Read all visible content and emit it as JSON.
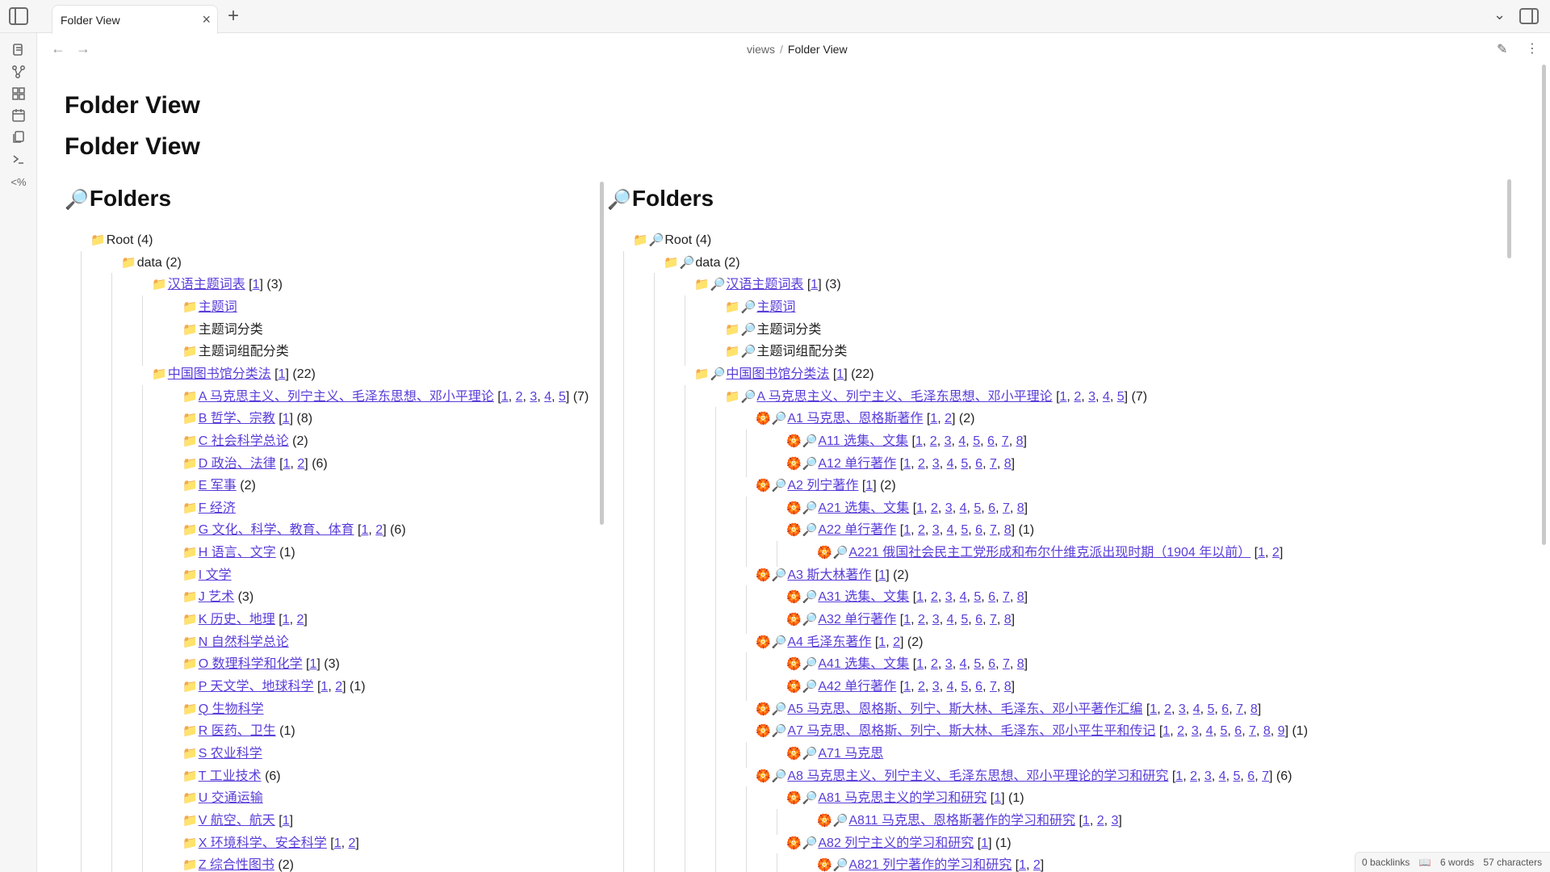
{
  "tabbar": {
    "active_tab": "Folder View",
    "close": "×",
    "new_tab": "+",
    "chevron": "⌄"
  },
  "ribbon": {
    "icons": [
      "files-icon",
      "graph-icon",
      "blocks-icon",
      "calendar-icon",
      "copy-icon",
      "terminal-icon",
      "template-icon"
    ]
  },
  "nav": {
    "back": "←",
    "forward": "→",
    "breadcrumb": {
      "folder": "views",
      "separator": "/",
      "current": "Folder View"
    },
    "edit": "✎",
    "more": "⋮"
  },
  "page": {
    "title_1": "Folder View",
    "title_2": "Folder View"
  },
  "left_pane": {
    "heading": "Folders",
    "rows": [
      {
        "depth": 0,
        "label": "Root",
        "link": false,
        "refs": [],
        "count": "(4)"
      },
      {
        "depth": 1,
        "label": "data",
        "link": false,
        "refs": [],
        "count": "(2)"
      },
      {
        "depth": 2,
        "label": "汉语主题词表",
        "link": true,
        "refs": [
          "1"
        ],
        "count": "(3)"
      },
      {
        "depth": 3,
        "label": "主题词",
        "link": true,
        "refs": [],
        "count": ""
      },
      {
        "depth": 3,
        "label": "主题词分类",
        "link": false,
        "refs": [],
        "count": ""
      },
      {
        "depth": 3,
        "label": "主题词组配分类",
        "link": false,
        "refs": [],
        "count": ""
      },
      {
        "depth": 2,
        "label": "中国图书馆分类法",
        "link": true,
        "refs": [
          "1"
        ],
        "count": "(22)"
      },
      {
        "depth": 3,
        "label": "A 马克思主义、列宁主义、毛泽东思想、邓小平理论",
        "link": true,
        "refs": [
          "1",
          "2",
          "3",
          "4",
          "5"
        ],
        "count": "(7)"
      },
      {
        "depth": 3,
        "label": "B 哲学、宗教",
        "link": true,
        "refs": [
          "1"
        ],
        "count": "(8)"
      },
      {
        "depth": 3,
        "label": "C 社会科学总论",
        "link": true,
        "refs": [],
        "count": "(2)"
      },
      {
        "depth": 3,
        "label": "D 政治、法律",
        "link": true,
        "refs": [
          "1",
          "2"
        ],
        "count": "(6)"
      },
      {
        "depth": 3,
        "label": "E 军事",
        "link": true,
        "refs": [],
        "count": "(2)"
      },
      {
        "depth": 3,
        "label": "F 经济",
        "link": true,
        "refs": [],
        "count": ""
      },
      {
        "depth": 3,
        "label": "G 文化、科学、教育、体育",
        "link": true,
        "refs": [
          "1",
          "2"
        ],
        "count": "(6)"
      },
      {
        "depth": 3,
        "label": "H 语言、文字",
        "link": true,
        "refs": [],
        "count": "(1)"
      },
      {
        "depth": 3,
        "label": "I 文学",
        "link": true,
        "refs": [],
        "count": ""
      },
      {
        "depth": 3,
        "label": "J 艺术",
        "link": true,
        "refs": [],
        "count": "(3)"
      },
      {
        "depth": 3,
        "label": "K 历史、地理",
        "link": true,
        "refs": [
          "1",
          "2"
        ],
        "count": ""
      },
      {
        "depth": 3,
        "label": "N 自然科学总论",
        "link": true,
        "refs": [],
        "count": ""
      },
      {
        "depth": 3,
        "label": "O 数理科学和化学",
        "link": true,
        "refs": [
          "1"
        ],
        "count": "(3)"
      },
      {
        "depth": 3,
        "label": "P 天文学、地球科学",
        "link": true,
        "refs": [
          "1",
          "2"
        ],
        "count": "(1)"
      },
      {
        "depth": 3,
        "label": "Q 生物科学",
        "link": true,
        "refs": [],
        "count": ""
      },
      {
        "depth": 3,
        "label": "R 医药、卫生",
        "link": true,
        "refs": [],
        "count": "(1)"
      },
      {
        "depth": 3,
        "label": "S 农业科学",
        "link": true,
        "refs": [],
        "count": ""
      },
      {
        "depth": 3,
        "label": "T 工业技术",
        "link": true,
        "refs": [],
        "count": "(6)"
      },
      {
        "depth": 3,
        "label": "U 交通运输",
        "link": true,
        "refs": [],
        "count": ""
      },
      {
        "depth": 3,
        "label": "V 航空、航天",
        "link": true,
        "refs": [
          "1"
        ],
        "count": ""
      },
      {
        "depth": 3,
        "label": "X 环境科学、安全科学",
        "link": true,
        "refs": [
          "1",
          "2"
        ],
        "count": ""
      },
      {
        "depth": 3,
        "label": "Z 综合性图书",
        "link": true,
        "refs": [],
        "count": "(2)"
      }
    ]
  },
  "right_pane": {
    "heading": "Folders",
    "rows": [
      {
        "depth": 0,
        "kind": "folder",
        "label": "Root",
        "link": false,
        "refs": [],
        "count": "(4)"
      },
      {
        "depth": 1,
        "kind": "folder",
        "label": "data",
        "link": false,
        "refs": [],
        "count": "(2)"
      },
      {
        "depth": 2,
        "kind": "folder",
        "label": "汉语主题词表",
        "link": true,
        "refs": [
          "1"
        ],
        "count": "(3)"
      },
      {
        "depth": 3,
        "kind": "folder",
        "label": "主题词",
        "link": true,
        "refs": [],
        "count": ""
      },
      {
        "depth": 3,
        "kind": "folder",
        "label": "主题词分类",
        "link": false,
        "refs": [],
        "count": ""
      },
      {
        "depth": 3,
        "kind": "folder",
        "label": "主题词组配分类",
        "link": false,
        "refs": [],
        "count": ""
      },
      {
        "depth": 2,
        "kind": "folder",
        "label": "中国图书馆分类法",
        "link": true,
        "refs": [
          "1"
        ],
        "count": "(22)"
      },
      {
        "depth": 3,
        "kind": "folder",
        "label": "A 马克思主义、列宁主义、毛泽东思想、邓小平理论",
        "link": true,
        "refs": [
          "1",
          "2",
          "3",
          "4",
          "5"
        ],
        "count": "(7)"
      },
      {
        "depth": 4,
        "kind": "flower",
        "label": "A1 马克思、恩格斯著作",
        "link": true,
        "refs": [
          "1",
          "2"
        ],
        "count": "(2)"
      },
      {
        "depth": 5,
        "kind": "flower",
        "label": "A11 选集、文集",
        "link": true,
        "refs": [
          "1",
          "2",
          "3",
          "4",
          "5",
          "6",
          "7",
          "8"
        ],
        "count": ""
      },
      {
        "depth": 5,
        "kind": "flower",
        "label": "A12 单行著作",
        "link": true,
        "refs": [
          "1",
          "2",
          "3",
          "4",
          "5",
          "6",
          "7",
          "8"
        ],
        "count": ""
      },
      {
        "depth": 4,
        "kind": "flower",
        "label": "A2 列宁著作",
        "link": true,
        "refs": [
          "1"
        ],
        "count": "(2)"
      },
      {
        "depth": 5,
        "kind": "flower",
        "label": "A21 选集、文集",
        "link": true,
        "refs": [
          "1",
          "2",
          "3",
          "4",
          "5",
          "6",
          "7",
          "8"
        ],
        "count": ""
      },
      {
        "depth": 5,
        "kind": "flower",
        "label": "A22 单行著作",
        "link": true,
        "refs": [
          "1",
          "2",
          "3",
          "4",
          "5",
          "6",
          "7",
          "8"
        ],
        "count": "(1)"
      },
      {
        "depth": 6,
        "kind": "flower",
        "label": "A221 俄国社会民主工党形成和布尔什维克派出现时期（1904 年以前）",
        "link": true,
        "refs": [
          "1",
          "2"
        ],
        "count": ""
      },
      {
        "depth": 4,
        "kind": "flower",
        "label": "A3 斯大林著作",
        "link": true,
        "refs": [
          "1"
        ],
        "count": "(2)"
      },
      {
        "depth": 5,
        "kind": "flower",
        "label": "A31 选集、文集",
        "link": true,
        "refs": [
          "1",
          "2",
          "3",
          "4",
          "5",
          "6",
          "7",
          "8"
        ],
        "count": ""
      },
      {
        "depth": 5,
        "kind": "flower",
        "label": "A32 单行著作",
        "link": true,
        "refs": [
          "1",
          "2",
          "3",
          "4",
          "5",
          "6",
          "7",
          "8"
        ],
        "count": ""
      },
      {
        "depth": 4,
        "kind": "flower",
        "label": "A4 毛泽东著作",
        "link": true,
        "refs": [
          "1",
          "2"
        ],
        "count": "(2)"
      },
      {
        "depth": 5,
        "kind": "flower",
        "label": "A41 选集、文集",
        "link": true,
        "refs": [
          "1",
          "2",
          "3",
          "4",
          "5",
          "6",
          "7",
          "8"
        ],
        "count": ""
      },
      {
        "depth": 5,
        "kind": "flower",
        "label": "A42 单行著作",
        "link": true,
        "refs": [
          "1",
          "2",
          "3",
          "4",
          "5",
          "6",
          "7",
          "8"
        ],
        "count": ""
      },
      {
        "depth": 4,
        "kind": "flower",
        "label": "A5 马克思、恩格斯、列宁、斯大林、毛泽东、邓小平著作汇编",
        "link": true,
        "refs": [
          "1",
          "2",
          "3",
          "4",
          "5",
          "6",
          "7",
          "8"
        ],
        "count": ""
      },
      {
        "depth": 4,
        "kind": "flower",
        "label": "A7 马克思、恩格斯、列宁、斯大林、毛泽东、邓小平生平和传记",
        "link": true,
        "refs": [
          "1",
          "2",
          "3",
          "4",
          "5",
          "6",
          "7",
          "8",
          "9"
        ],
        "count": "(1)"
      },
      {
        "depth": 5,
        "kind": "flower",
        "label": "A71 马克思",
        "link": true,
        "refs": [],
        "count": ""
      },
      {
        "depth": 4,
        "kind": "flower",
        "label": "A8 马克思主义、列宁主义、毛泽东思想、邓小平理论的学习和研究",
        "link": true,
        "refs": [
          "1",
          "2",
          "3",
          "4",
          "5",
          "6",
          "7"
        ],
        "count": "(6)"
      },
      {
        "depth": 5,
        "kind": "flower",
        "label": "A81 马克思主义的学习和研究",
        "link": true,
        "refs": [
          "1"
        ],
        "count": "(1)"
      },
      {
        "depth": 6,
        "kind": "flower",
        "label": "A811 马克思、恩格斯著作的学习和研究",
        "link": true,
        "refs": [
          "1",
          "2",
          "3"
        ],
        "count": ""
      },
      {
        "depth": 5,
        "kind": "flower",
        "label": "A82 列宁主义的学习和研究",
        "link": true,
        "refs": [
          "1"
        ],
        "count": "(1)"
      },
      {
        "depth": 6,
        "kind": "flower",
        "label": "A821 列宁著作的学习和研究",
        "link": true,
        "refs": [
          "1",
          "2"
        ],
        "count": ""
      }
    ]
  },
  "status": {
    "backlinks": "0 backlinks",
    "words": "6 words",
    "characters": "57 characters"
  },
  "colors": {
    "link": "#5a3dd8",
    "folder": "#f0b400",
    "flower": "#f07c1e",
    "guide": "#dddddd"
  }
}
